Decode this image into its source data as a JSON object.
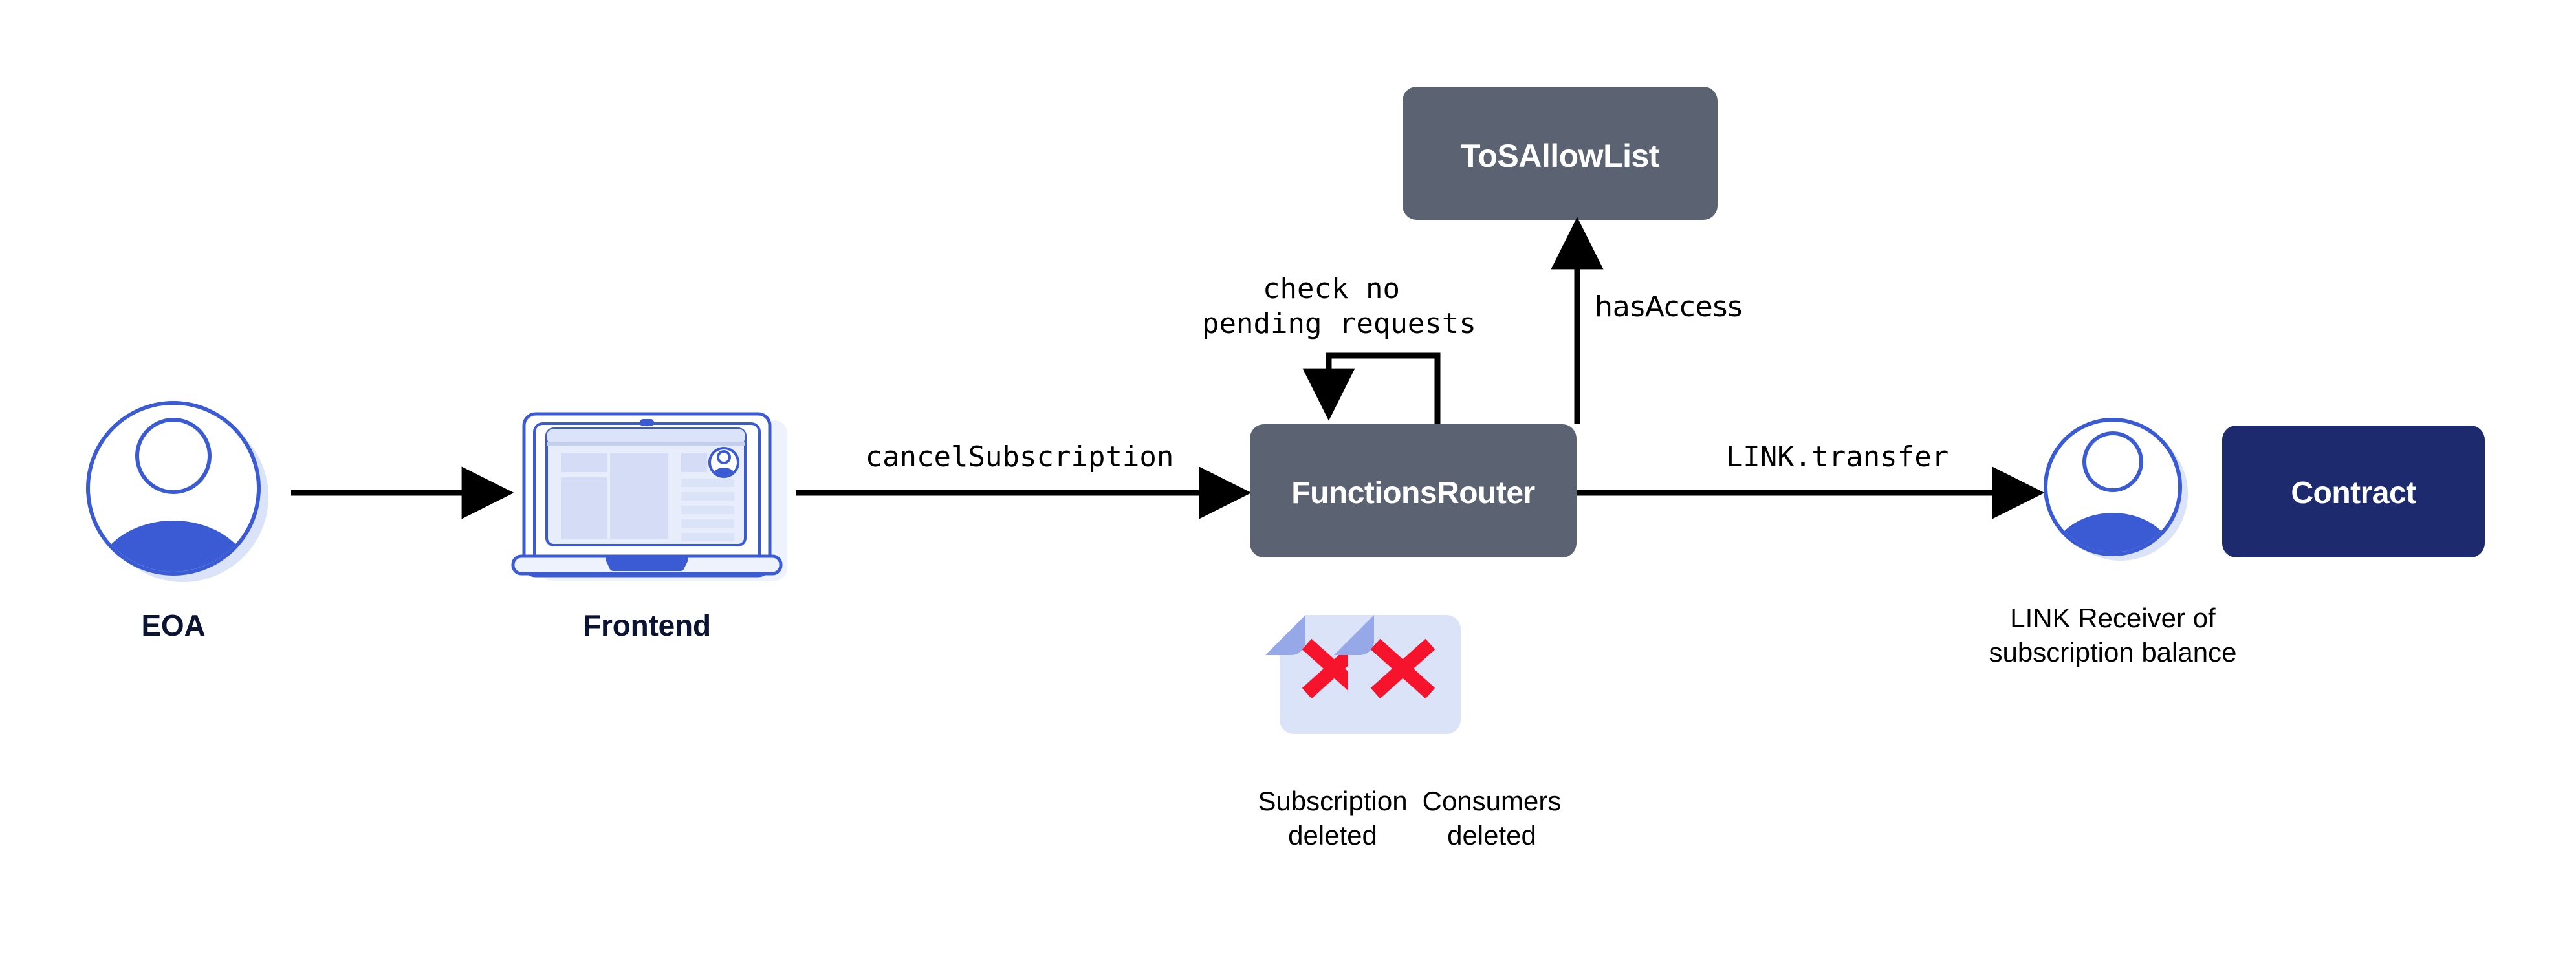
{
  "diagram": {
    "title_nodes": {
      "tos_allow_list": "ToSAllowList",
      "functions_router": "FunctionsRouter",
      "contract": "Contract"
    },
    "actors": [
      {
        "id": "eoa",
        "icon": "user-avatar-icon",
        "label": "EOA"
      },
      {
        "id": "frontend",
        "icon": "laptop-icon",
        "label": "Frontend"
      },
      {
        "id": "link-receiver",
        "icon": "user-avatar-icon",
        "label": "LINK Receiver of\nsubscription balance"
      }
    ],
    "edges": [
      {
        "id": "eoa-to-frontend",
        "label": "",
        "from": "eoa",
        "to": "frontend",
        "style": "arrow-right"
      },
      {
        "id": "frontend-to-router",
        "label": "cancelSubscription",
        "from": "frontend",
        "to": "functions_router",
        "style": "arrow-right",
        "font": "mono"
      },
      {
        "id": "router-self-loop",
        "label": "check no\npending requests",
        "from": "functions_router",
        "to": "functions_router",
        "style": "self-loop",
        "font": "mono"
      },
      {
        "id": "router-to-toslist",
        "label": "hasAccess",
        "from": "functions_router",
        "to": "tos_allow_list",
        "style": "arrow-up",
        "font": "sans"
      },
      {
        "id": "router-to-receiver",
        "label": "LINK.transfer",
        "from": "functions_router",
        "to": "link-receiver",
        "style": "arrow-right",
        "font": "mono"
      }
    ],
    "status_items": [
      {
        "id": "subscription-deleted",
        "icon": "document-deleted-icon",
        "label": "Subscription\ndeleted"
      },
      {
        "id": "consumers-deleted",
        "icon": "document-deleted-icon",
        "label": "Consumers\ndeleted"
      }
    ],
    "colors": {
      "slate_box": "#5b6272",
      "navy_box": "#1e2a6e",
      "accent_blue": "#3b5bd4",
      "pale_blue": "#dce3f7",
      "light_blue": "#e8edfb",
      "periwinkle": "#97a8e8",
      "red_x": "#f6132c",
      "stroke_black": "#000000",
      "text_dark": "#0b1533",
      "background": "#ffffff"
    }
  }
}
